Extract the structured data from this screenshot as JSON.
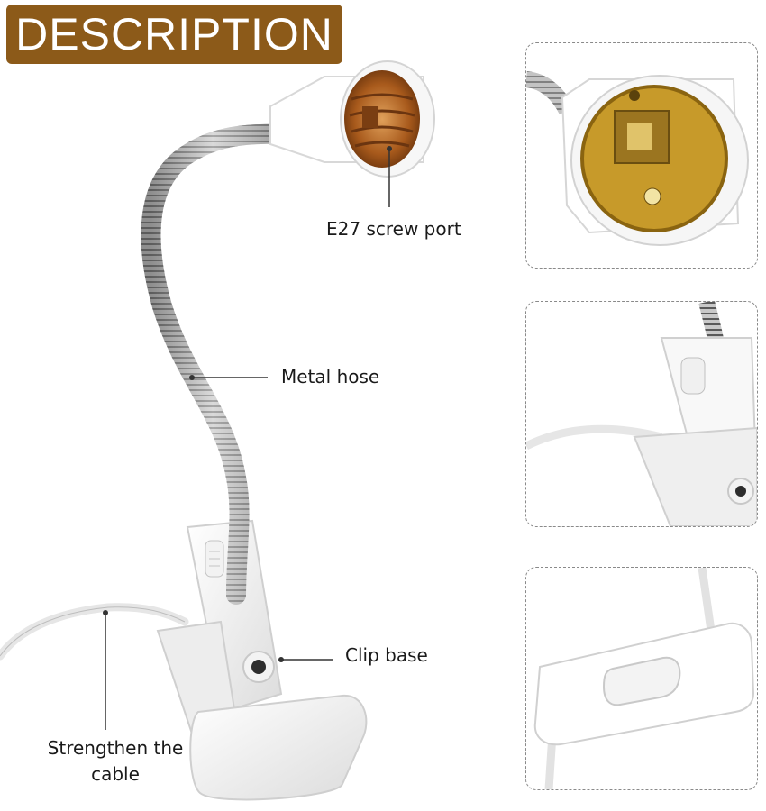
{
  "banner": {
    "title": "DESCRIPTION"
  },
  "callouts": {
    "e27": "E27 screw port",
    "hose": "Metal hose",
    "clip": "Clip base",
    "cable_line1": "Strengthen the",
    "cable_line2": "cable"
  },
  "colors": {
    "banner": "#8c5a19",
    "socket_copper": "#b4651e",
    "socket_brass": "#c79a2a",
    "metal": "#9a9a9a",
    "plastic": "#ffffff"
  }
}
